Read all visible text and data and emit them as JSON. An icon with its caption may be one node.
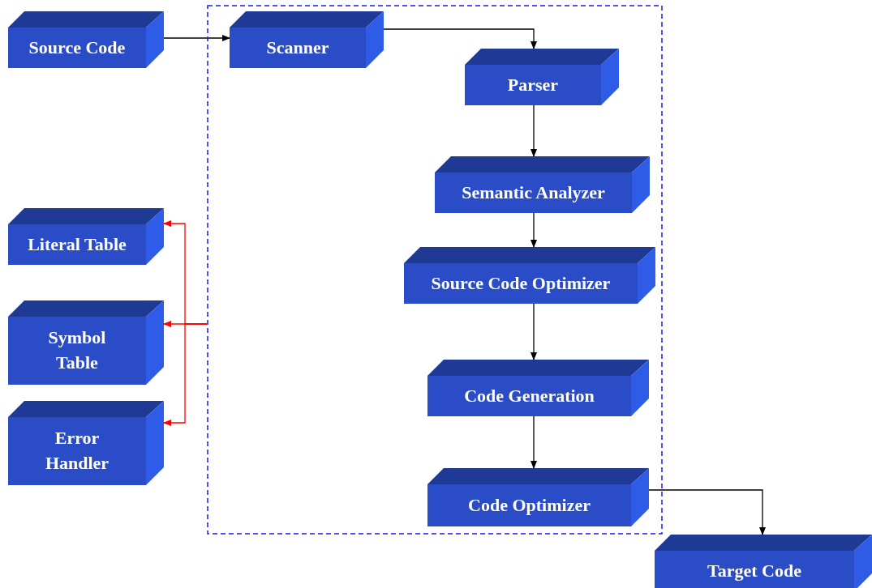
{
  "diagram": {
    "nodes": [
      {
        "text": [
          "Source Code"
        ]
      },
      {
        "text": [],
        "shape": "box"
      },
      {
        "text": [
          "Scanner"
        ],
        "in": 1
      },
      {
        "text": [
          "Parser"
        ],
        "in": 1
      },
      {
        "text": [
          "Semantic Analyzer"
        ],
        "in": 1
      },
      {
        "text": [
          "Source Code Optimizer"
        ],
        "in": 1
      },
      {
        "text": [
          "Code Generation"
        ],
        "in": 1
      },
      {
        "text": [
          "Code Optimizer"
        ],
        "in": 1
      },
      {
        "text": [
          "Literal Table"
        ]
      },
      {
        "text": [
          "Symbol Table"
        ]
      },
      {
        "text": [
          "Error Handler"
        ]
      },
      {
        "text": [
          "Target Code"
        ]
      }
    ],
    "edges": [
      {
        "from": 0,
        "to": 2,
        "arrow": "to"
      },
      {
        "from": 2,
        "to": 3,
        "arrow": "to"
      },
      {
        "from": 3,
        "to": 4,
        "arrow": "to"
      },
      {
        "from": 4,
        "to": 5,
        "arrow": "to"
      },
      {
        "from": 5,
        "to": 6,
        "arrow": "to"
      },
      {
        "from": 6,
        "to": 7,
        "arrow": "to"
      },
      {
        "from": 7,
        "to": 11,
        "arrow": "to"
      },
      {
        "from": 1,
        "to": 8,
        "arrow": "to",
        "color": "#ff0000"
      },
      {
        "from": 1,
        "to": 9,
        "arrow": "to",
        "color": "#ff0000"
      },
      {
        "from": 1,
        "to": 10,
        "arrow": "to",
        "color": "#ff0000"
      }
    ]
  }
}
